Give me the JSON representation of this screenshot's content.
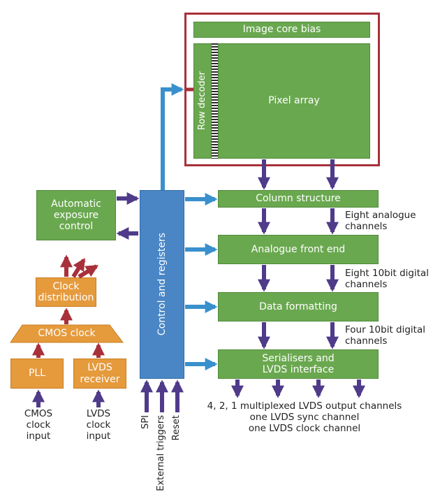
{
  "blocks": {
    "image_core_bias": "Image core bias",
    "row_decoder": "Row decoder",
    "pixel_array": "Pixel array",
    "column_structure": "Column structure",
    "analogue_front_end": "Analogue front end",
    "data_formatting": "Data formatting",
    "serialisers": "Serialisers and\nLVDS interface",
    "control_registers": "Control and registers",
    "aec": "Automatic\nexposure\ncontrol",
    "clock_distribution": "Clock\ndistribution",
    "cmos_clock": "CMOS clock",
    "pll": "PLL",
    "lvds_receiver": "LVDS\nreceiver"
  },
  "labels": {
    "eight_analogue": "Eight analogue\nchannels",
    "eight_10bit": "Eight 10bit digital\nchannels",
    "four_10bit": "Four 10bit digital\nchannels",
    "outputs": "4, 2, 1 multiplexed LVDS output channels\none LVDS sync channel\none LVDS clock channel",
    "cmos_clock_input": "CMOS\nclock\ninput",
    "lvds_clock_input": "LVDS\nclock\ninput",
    "spi": "SPI",
    "external_triggers": "External triggers",
    "reset": "Reset"
  },
  "colors": {
    "green": "#6aa84f",
    "orange": "#e59a3c",
    "blue": "#4a86c5",
    "purple_arrow": "#4f3b8a",
    "blue_arrow": "#3a90cc",
    "red_arrow": "#a8303a",
    "frame": "#a8303a"
  }
}
